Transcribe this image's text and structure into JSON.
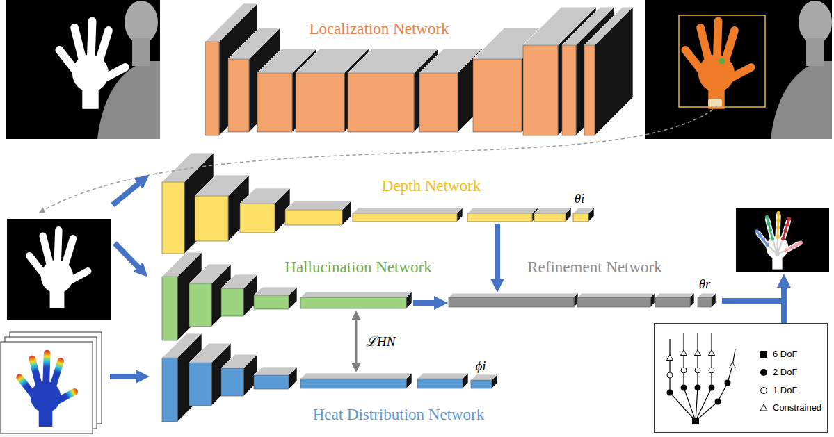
{
  "diagram": {
    "nodes": [
      {
        "text": [
          "Localization Network"
        ]
      },
      {
        "text": [
          "Depth Network"
        ]
      },
      {
        "text": [
          "Hallucination Network"
        ]
      },
      {
        "text": [
          "Refinement Network"
        ]
      },
      {
        "text": [
          "Heat Distribution Network"
        ]
      }
    ],
    "edges": [
      {
        "from": 1,
        "to": 3,
        "arrow": "to"
      },
      {
        "from": 2,
        "to": 3,
        "arrow": "to"
      },
      {
        "from": 2,
        "to": 4,
        "arrow": "both",
        "label": "ℒHN"
      }
    ],
    "labels": [
      "θi",
      "θr",
      "ϕi"
    ],
    "legend": [
      {
        "text": "6 DoF"
      },
      {
        "text": "2 DoF"
      },
      {
        "text": "1 DoF"
      },
      {
        "text": "Constrained"
      }
    ]
  }
}
